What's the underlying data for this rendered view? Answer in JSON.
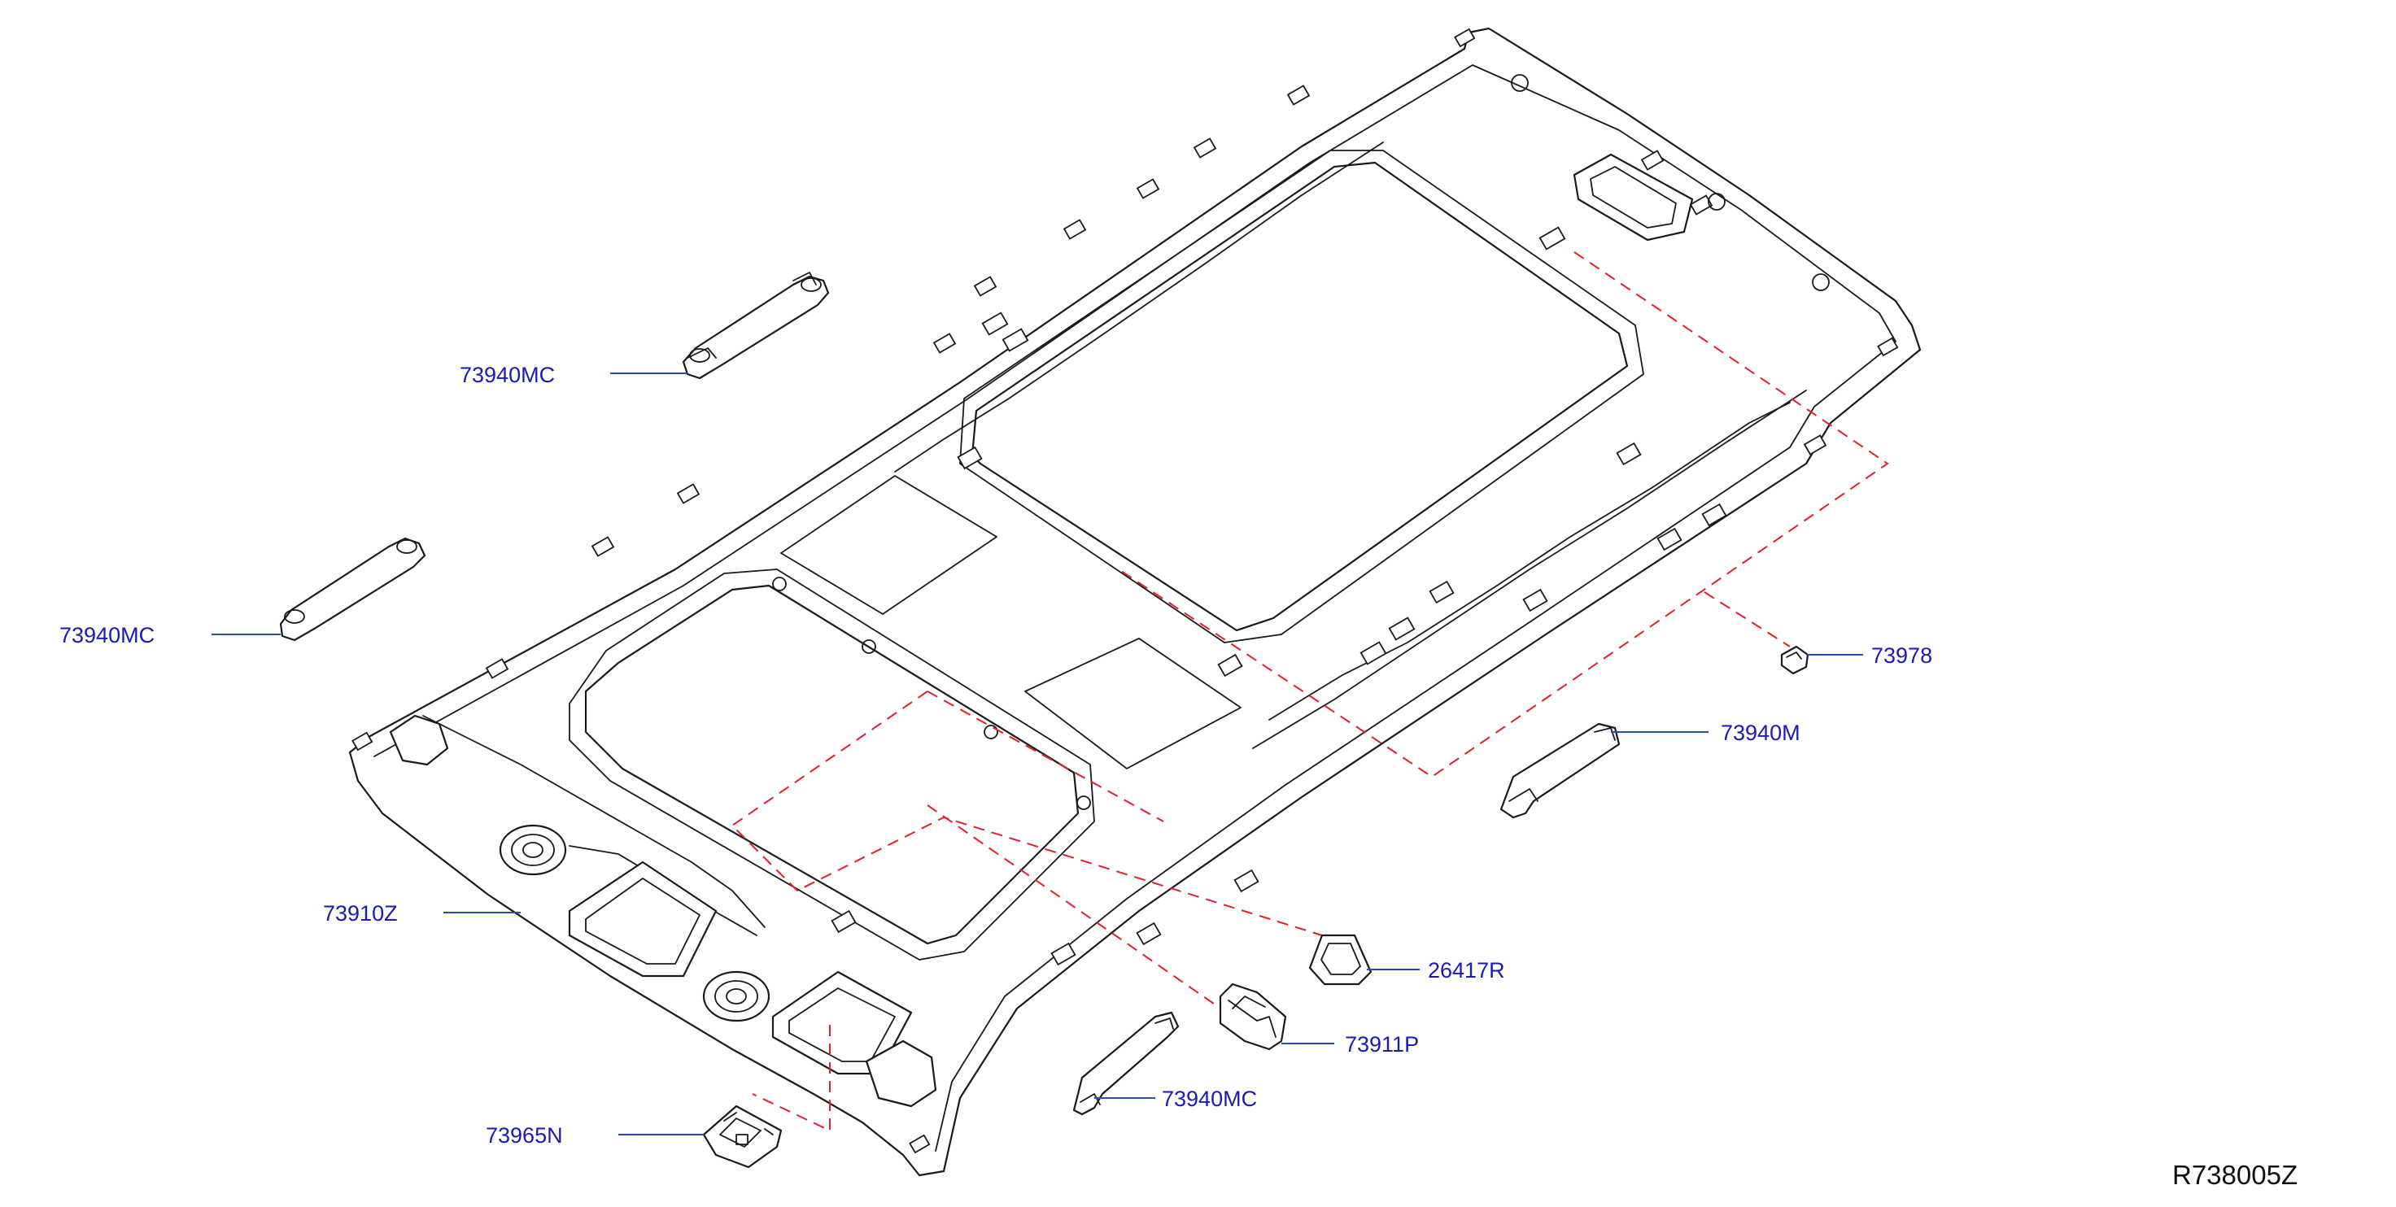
{
  "diagram": {
    "callouts": {
      "roof_trim": "73910Z",
      "assist_grip_left_front": "73940MC",
      "assist_grip_left_rear": "73940MC",
      "assist_grip_right_front": "73940MC",
      "assist_grip_right_rear": "73940M",
      "clip": "73978",
      "room_lamp": "26417R",
      "holder": "73911P",
      "console_lid": "73965N"
    },
    "diagram_id": "R738005Z",
    "colors": {
      "callout_text": "#1a1ab8",
      "leader_line": "#2b4fa8",
      "reference_dash": "#e0202a",
      "outline": "#1a1a1a"
    }
  }
}
